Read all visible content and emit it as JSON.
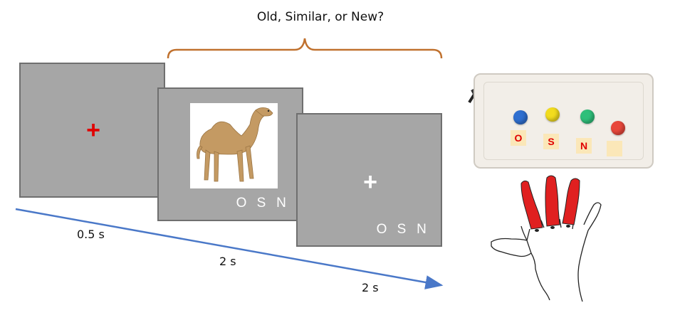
{
  "question": "Old, Similar, or New?",
  "fixation_symbol": "+",
  "osn_letters": [
    "O",
    "S",
    "N"
  ],
  "durations": [
    "0.5 s",
    "2 s",
    "2 s"
  ],
  "keypad": {
    "labels": [
      "O",
      "S",
      "N",
      ""
    ],
    "button_colors": [
      "#2f6fd0",
      "#f2dc1e",
      "#2fbf7a",
      "#e8473b"
    ]
  },
  "colors": {
    "screen": "#a6a6a6",
    "bracket": "#c0712e",
    "timeline": "#4a78c8",
    "fixation_red": "#e00000",
    "finger_highlight": "#e02020"
  }
}
